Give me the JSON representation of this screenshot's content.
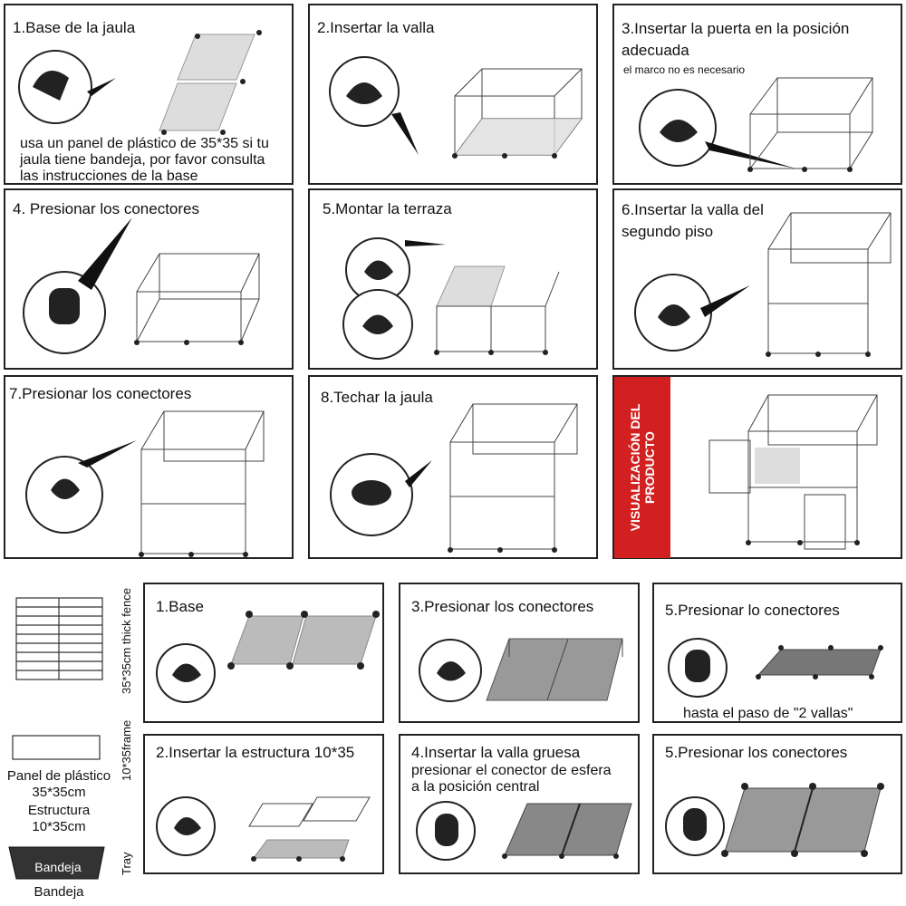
{
  "panels": {
    "p1": {
      "title": "1.Base de la jaula",
      "note": "usa un panel de plástico de 35*35 si tu jaula tiene bandeja, por favor consulta las instrucciones de la base"
    },
    "p2": {
      "title": "2.Insertar la valla"
    },
    "p3": {
      "title": "3.Insertar la puerta en la posición adecuada",
      "note": "el marco no es necesario"
    },
    "p4": {
      "title": "4. Presionar los conectores"
    },
    "p5": {
      "title": "5.Montar la terraza"
    },
    "p6": {
      "title": "6.Insertar la valla del segundo piso"
    },
    "p7": {
      "title": "7.Presionar los conectores"
    },
    "p8": {
      "title": "8.Techar la jaula"
    },
    "p9": {
      "title": "VISUALIZACIÓN DEL PRODUCTO"
    }
  },
  "side_labels": {
    "fence": "35*35cm thick fence",
    "frame": "10*35frame",
    "tray": "Tray"
  },
  "legend": {
    "plastic": "Panel de plástico 35*35cm",
    "structure": "Estructura 10*35cm",
    "tray_inner": "Bandeja",
    "tray_label": "Bandeja"
  },
  "bottom_panels": {
    "b1": {
      "title": "1.Base"
    },
    "b3": {
      "title": "3.Presionar los conectores"
    },
    "b5a": {
      "title": "5.Presionar lo conectores",
      "note": "hasta el paso de \"2 vallas\""
    },
    "b2": {
      "title": "2.Insertar la estructura 10*35"
    },
    "b4": {
      "title": "4.Insertar la valla gruesa",
      "note1": "presionar el conector de esfera",
      "note2": "a la posición central"
    },
    "b5b": {
      "title": "5.Presionar los conectores"
    }
  },
  "colors": {
    "accent_red": "#d22020",
    "panel_gray": "#cfcfcf",
    "dark_gray": "#8a8a8a"
  }
}
